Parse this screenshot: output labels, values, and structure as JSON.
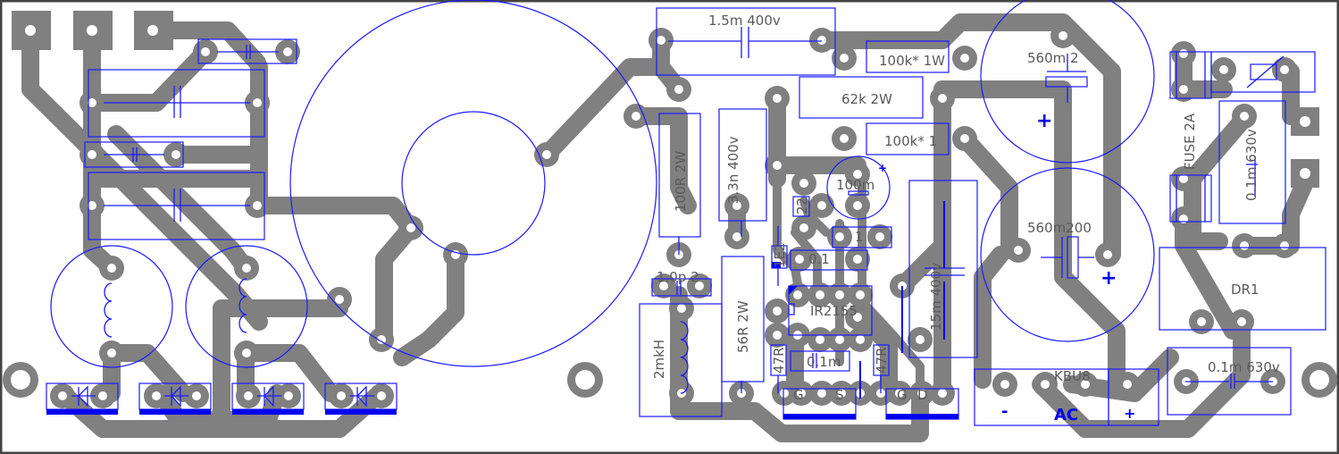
{
  "title": "IR2155 half-bridge power supply PCB layout",
  "colors": {
    "copper": "#808080",
    "silkscreen": "#1a1aff",
    "polarity": "#0000ee",
    "background": "#ffffff"
  },
  "components": {
    "c_1_5m_400v": "1.5m 400v",
    "r_100k_1w_a": "100k* 1W",
    "r_62k_2w": "62k 2W",
    "r_100k_1w_b": "100k* 1",
    "c_560m_top": "560m 2",
    "c_560m_bottom": "560m200",
    "fuse": "FUSE 2A",
    "c_0_1m_630v_top": "0.1m 630v",
    "r_100r_2w": "100R 2W",
    "c_3_3n_400v": "3.3n 400v",
    "c_100m": "100m",
    "r_22": "22",
    "c_1": "1",
    "c_0_1": "0.1",
    "c_1e": "1E2",
    "ic": "IR2155",
    "c_1_0p": "1.0p 2",
    "inductor": "2mkH",
    "r_56r_2w": "56R 2W",
    "r_47r_a": "47R",
    "c_0_1m": "0.1m",
    "r_47r_b": "47R",
    "c_15m_400v": "15m 400v",
    "choke": "DR1",
    "c_0_1m_630v_bottom": "0.1m 630v"
  },
  "bridge": {
    "minus": "-",
    "ac": "AC",
    "plus": "+",
    "part": "KBU8"
  },
  "polarity_marks": {
    "plus": "+"
  },
  "transistor_pins": {
    "g": "G",
    "s": "S",
    "d": "D"
  }
}
